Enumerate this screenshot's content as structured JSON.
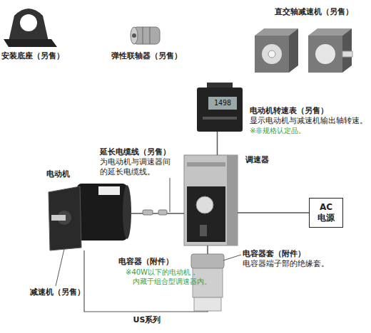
{
  "diagram": {
    "nodes": [
      {
        "text": [
          "电动机转速表（另售）",
          "显示电动机与减速机输出轴转速。",
          "※非规格认定品。"
        ]
      },
      {
        "text": [
          "电动机"
        ]
      },
      {
        "text": [
          "调速器"
        ]
      },
      {
        "text": [
          "AC 电源"
        ]
      },
      {
        "text": [
          "电容器（附件）",
          "※40W以下的电动机， 内藏于组合型调速器内。"
        ]
      }
    ],
    "edges": [
      {
        "from": 1,
        "to": 2,
        "arrow": "none"
      },
      {
        "from": 0,
        "to": 2,
        "arrow": "none"
      },
      {
        "from": 2,
        "to": 3,
        "arrow": "none"
      },
      {
        "from": 2,
        "to": 4,
        "arrow": "none"
      }
    ],
    "labels": [
      "安装底座（另售）",
      "弹性联轴器（另售）",
      "直交轴减速机（另售）",
      "1498",
      "延长电缆线（另售）",
      "为电动机与调速器间 的延长电缆线。",
      "电容器套（附件）",
      "电容器端子部的绝缘套。",
      "减速机（另售）",
      "US系列"
    ]
  }
}
